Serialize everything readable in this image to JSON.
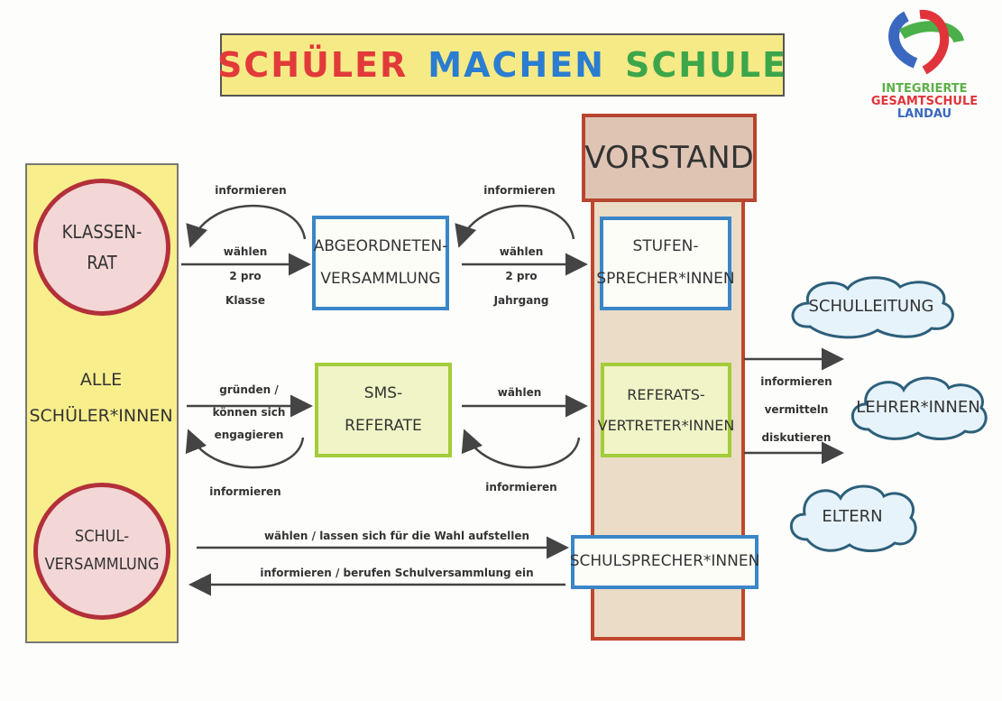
{
  "title": {
    "words": [
      "SCHÜLER",
      "MACHEN",
      "SCHULE"
    ],
    "colors": [
      "#e23a3a",
      "#2a7dd0",
      "#3ca64a"
    ]
  },
  "logo": {
    "line1": "INTEGRIERTE",
    "line2": "GESAMTSCHULE",
    "line3": "LANDAU"
  },
  "left_column": {
    "klassenrat": "KLASSEN-\nRAT",
    "alle": "ALLE\nSCHÜLER*INNEN",
    "schulversammlung": "SCHUL-\nVERSAMMLUNG"
  },
  "vorstand": {
    "title": "VORSTAND",
    "stufensprecher": "STUFEN-\nSPRECHER*INNEN",
    "referatsvertreter": "REFERATS-\nVERTRETER*INNEN"
  },
  "boxes": {
    "abgeordneten": "ABGEORDNETEN-\nVERSAMMLUNG",
    "sms_referate": "SMS-\nREFERATE",
    "schulsprecher": "SCHULSPRECHER*INNEN"
  },
  "clouds": {
    "schulleitung": "SCHULLEITUNG",
    "lehrer": "LEHRER*INNEN",
    "eltern": "ELTERN"
  },
  "labels": {
    "informieren_1": "informieren",
    "waehlen_klasse": "wählen\n2 pro\nKlasse",
    "informieren_2": "informieren",
    "waehlen_jahrgang": "wählen\n2 pro\nJahrgang",
    "gruenden": "gründen /\nkönnen sich\nengagieren",
    "informieren_3": "informieren",
    "waehlen_ref": "wählen",
    "informieren_4": "informieren",
    "waehlen_schulsprecher": "wählen / lassen sich für die Wahl aufstellen",
    "informieren_schulvers": "informieren / berufen Schulversammlung ein",
    "external": "informieren\nvermitteln\ndiskutieren"
  }
}
